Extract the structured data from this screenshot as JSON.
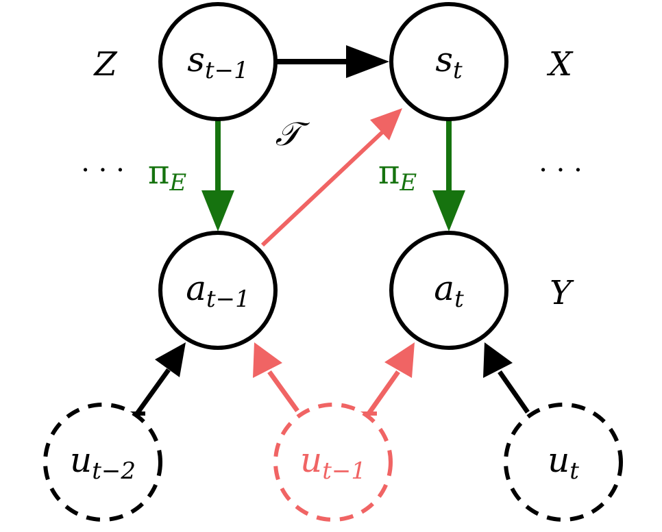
{
  "colors": {
    "black": "#000000",
    "green": "#16730f",
    "red": "#f06464"
  },
  "nodes": {
    "s_prev": {
      "main": "s",
      "sub": "t−1"
    },
    "s_curr": {
      "main": "s",
      "sub": "t"
    },
    "a_prev": {
      "main": "a",
      "sub": "t−1"
    },
    "a_curr": {
      "main": "a",
      "sub": "t"
    },
    "u_prev2": {
      "main": "u",
      "sub": "t−2"
    },
    "u_prev": {
      "main": "u",
      "sub": "t−1"
    },
    "u_curr": {
      "main": "u",
      "sub": "t"
    }
  },
  "side_labels": {
    "z": "Z",
    "x": "X",
    "y": "Y",
    "transition": "𝒯"
  },
  "policy_labels": {
    "left": {
      "main": "π",
      "sub": "E"
    },
    "right": {
      "main": "π",
      "sub": "E"
    }
  },
  "ellipsis": {
    "left": "· · ·",
    "right": "· · ·"
  }
}
